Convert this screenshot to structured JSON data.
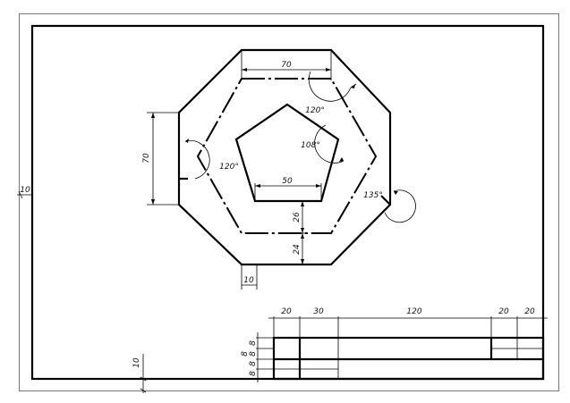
{
  "drawing": {
    "dimensions": {
      "top_chord": "70",
      "left_height": "70",
      "pentagon_base": "50",
      "pentagon_offset": "26",
      "lower_offset": "24",
      "bottom_small": "10",
      "left_margin": "10",
      "bottom_margin": "10"
    },
    "angles": {
      "upper_right": "120°",
      "pentagon": "108°",
      "left": "120°",
      "right": "135°"
    },
    "title_block": {
      "col_widths": [
        "20",
        "30",
        "120",
        "20",
        "20"
      ],
      "row_heights": [
        "8",
        "8",
        "8",
        "8",
        "8"
      ]
    }
  }
}
